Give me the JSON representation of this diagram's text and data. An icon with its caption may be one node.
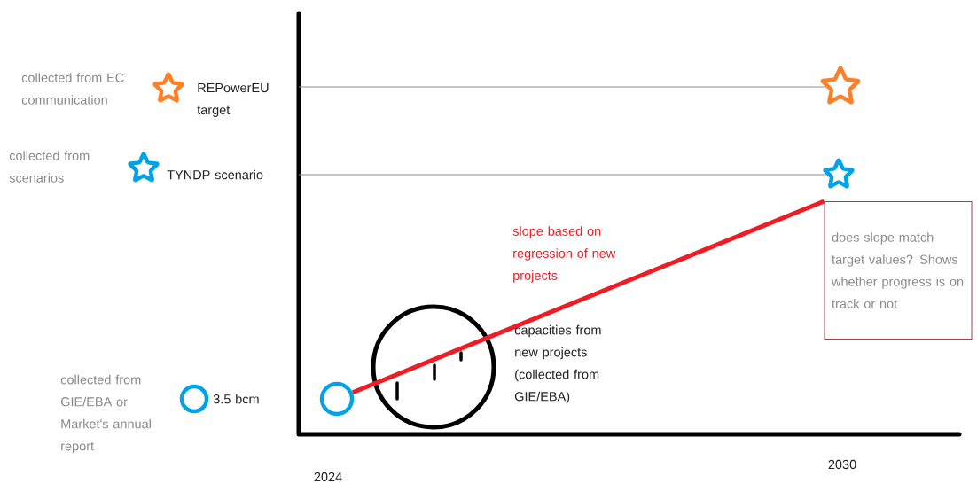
{
  "diagram": {
    "nodes": [
      {
        "text": [],
        "shape": "star",
        "beside": [
          "collected from EC communication",
          "REPowerEU target"
        ]
      },
      {
        "text": [],
        "shape": "star"
      },
      {
        "text": [],
        "shape": "star",
        "beside": [
          "collected from scenarios",
          "TYNDP scenario"
        ]
      },
      {
        "text": [],
        "shape": "star"
      },
      {
        "text": [],
        "shape": "circle",
        "beside": [
          "collected from GIE/EBA or Market's annual report",
          "3.5 bcm"
        ]
      },
      {
        "text": [],
        "shape": "circle"
      },
      {
        "text": [
          "does slope match target values? Shows whether progress is on track or not"
        ]
      }
    ],
    "edges": [
      {
        "from": null,
        "to": 1,
        "arrow": "none"
      },
      {
        "from": null,
        "to": 3,
        "arrow": "none"
      },
      {
        "from": 5,
        "to": 6,
        "arrow": "none",
        "label": "slope based on regression of new projects",
        "style": "thick",
        "color": "#ee1c25"
      }
    ],
    "labels": [
      "capacities from new projects (collected from GIE/EBA)",
      "2024",
      "2030"
    ]
  }
}
